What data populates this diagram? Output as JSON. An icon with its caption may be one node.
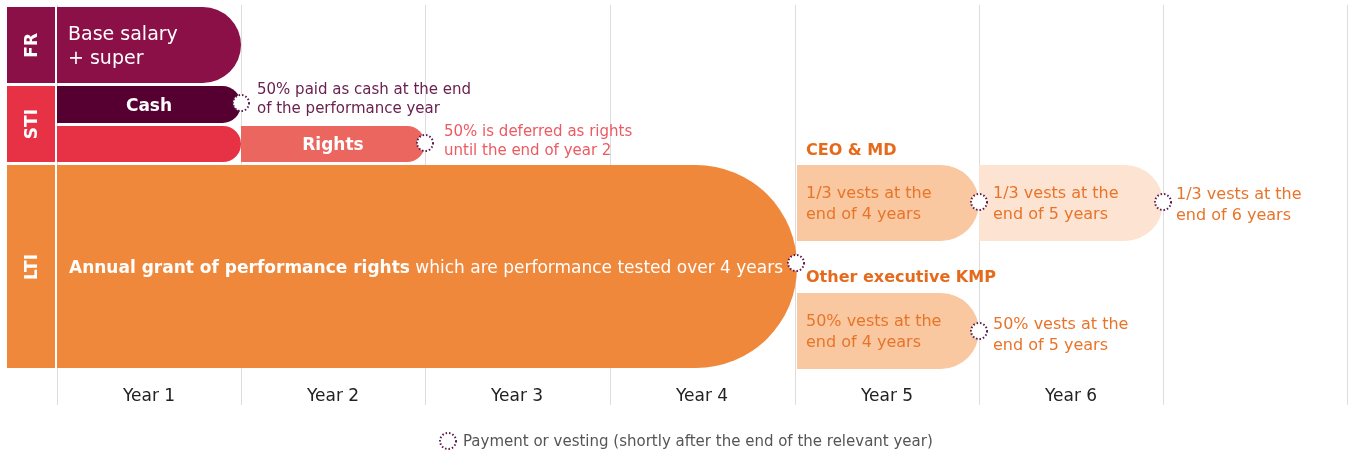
{
  "diagram": {
    "nodes": [
      {
        "text": [
          "FR"
        ]
      },
      {
        "text": [
          "Base salary + super"
        ]
      },
      {
        "text": [
          "STI"
        ]
      },
      {
        "text": [
          "Cash"
        ],
        "beside": [
          "50% paid as cash at the end of the performance year"
        ]
      },
      {
        "text": [],
        "shape": "bar"
      },
      {
        "text": [
          "Rights"
        ]
      },
      {
        "text": [
          "LTI"
        ]
      },
      {
        "text": [
          "**Annual grant of performance rights** which are performance tested over 4 years"
        ]
      },
      {
        "text": [
          "1/3 vests at the end of 4 years"
        ]
      },
      {
        "text": [
          "1/3 vests at the end of 5 years"
        ],
        "beside": [
          "1/3 vests at the end of 6 years"
        ]
      },
      {
        "text": [
          "50% vests at the end of 4 years"
        ],
        "beside": [
          "50% vests at the end of 5 years"
        ]
      }
    ],
    "labels": [
      "50% is deferred as rights until the end of year 2",
      "CEO & MD",
      "Other executive KMP",
      "Year 1",
      "Year 2",
      "Year 3",
      "Year 4",
      "Year 5",
      "Year 6"
    ],
    "legend": [
      {
        "text": "Payment or vesting (shortly after the end of the relevant year)"
      }
    ]
  }
}
